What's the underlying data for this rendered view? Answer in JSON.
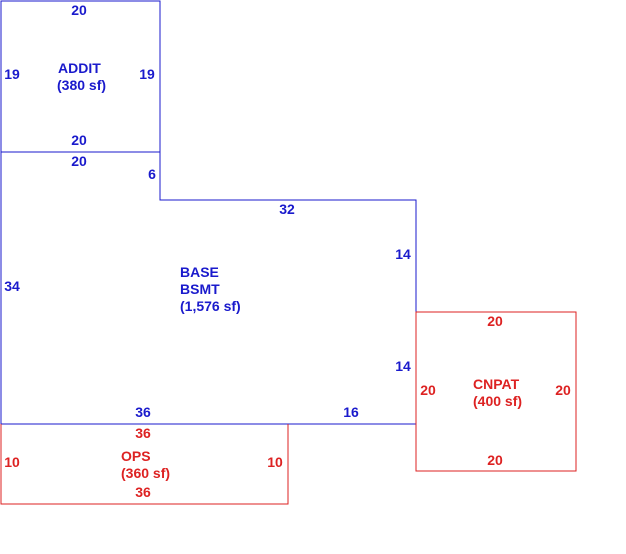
{
  "colors": {
    "blue": "#1a1acc",
    "red": "#dd2222",
    "background": "#ffffff"
  },
  "areas": {
    "addit": {
      "name": "ADDIT",
      "area": "(380 sf)",
      "dims": {
        "top": "20",
        "left": "19",
        "right": "19",
        "bottom": "20"
      }
    },
    "base": {
      "name": "BASE",
      "name2": "BSMT",
      "area": "(1,576 sf)",
      "dims": {
        "top": "20",
        "notch_vertical": "6",
        "notch_top": "32",
        "right_upper": "14",
        "right_lower": "14",
        "left": "34",
        "bottom_left": "36",
        "bottom_right": "16"
      }
    },
    "cnpat": {
      "name": "CNPAT",
      "area": "(400 sf)",
      "dims": {
        "top": "20",
        "left": "20",
        "right": "20",
        "bottom": "20"
      }
    },
    "ops": {
      "name": "OPS",
      "area": "(360 sf)",
      "dims": {
        "top": "36",
        "left": "10",
        "right": "10",
        "bottom": "36"
      }
    }
  }
}
